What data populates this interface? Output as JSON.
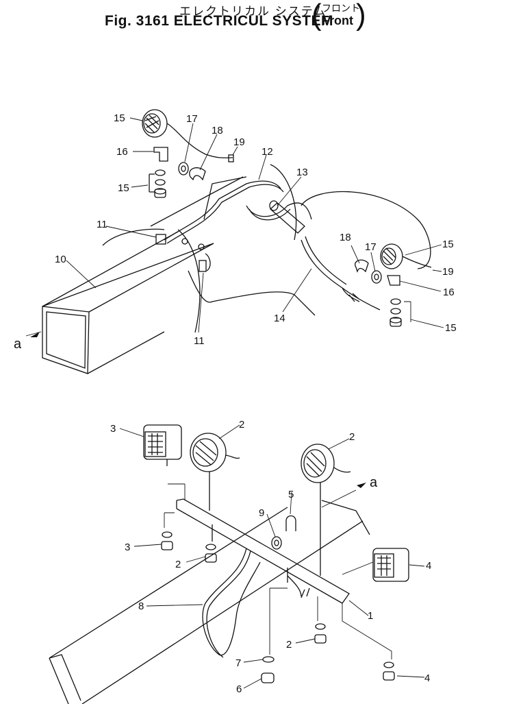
{
  "title": {
    "japanese": "エレクトリカル システム",
    "english": "Fig. 3161 ELECTRICUL SYSTEM",
    "variant_japanese": "フロント",
    "variant_english": "Front"
  },
  "callouts": {
    "c1": "1",
    "c2a": "2",
    "c2b": "2",
    "c2c": "2",
    "c2d": "2",
    "c3a": "3",
    "c3b": "3",
    "c4a": "4",
    "c4b": "4",
    "c5": "5",
    "c6": "6",
    "c7": "7",
    "c8": "8",
    "c9": "9",
    "c10": "10",
    "c11a": "11",
    "c11b": "11",
    "c12": "12",
    "c13": "13",
    "c14": "14",
    "c15a": "15",
    "c15b": "15",
    "c15c": "15",
    "c15d": "15",
    "c16a": "16",
    "c16b": "16",
    "c17a": "17",
    "c17b": "17",
    "c18a": "18",
    "c18b": "18",
    "c19a": "19",
    "c19b": "19",
    "ca_top": "a",
    "ca_bottom": "a"
  }
}
